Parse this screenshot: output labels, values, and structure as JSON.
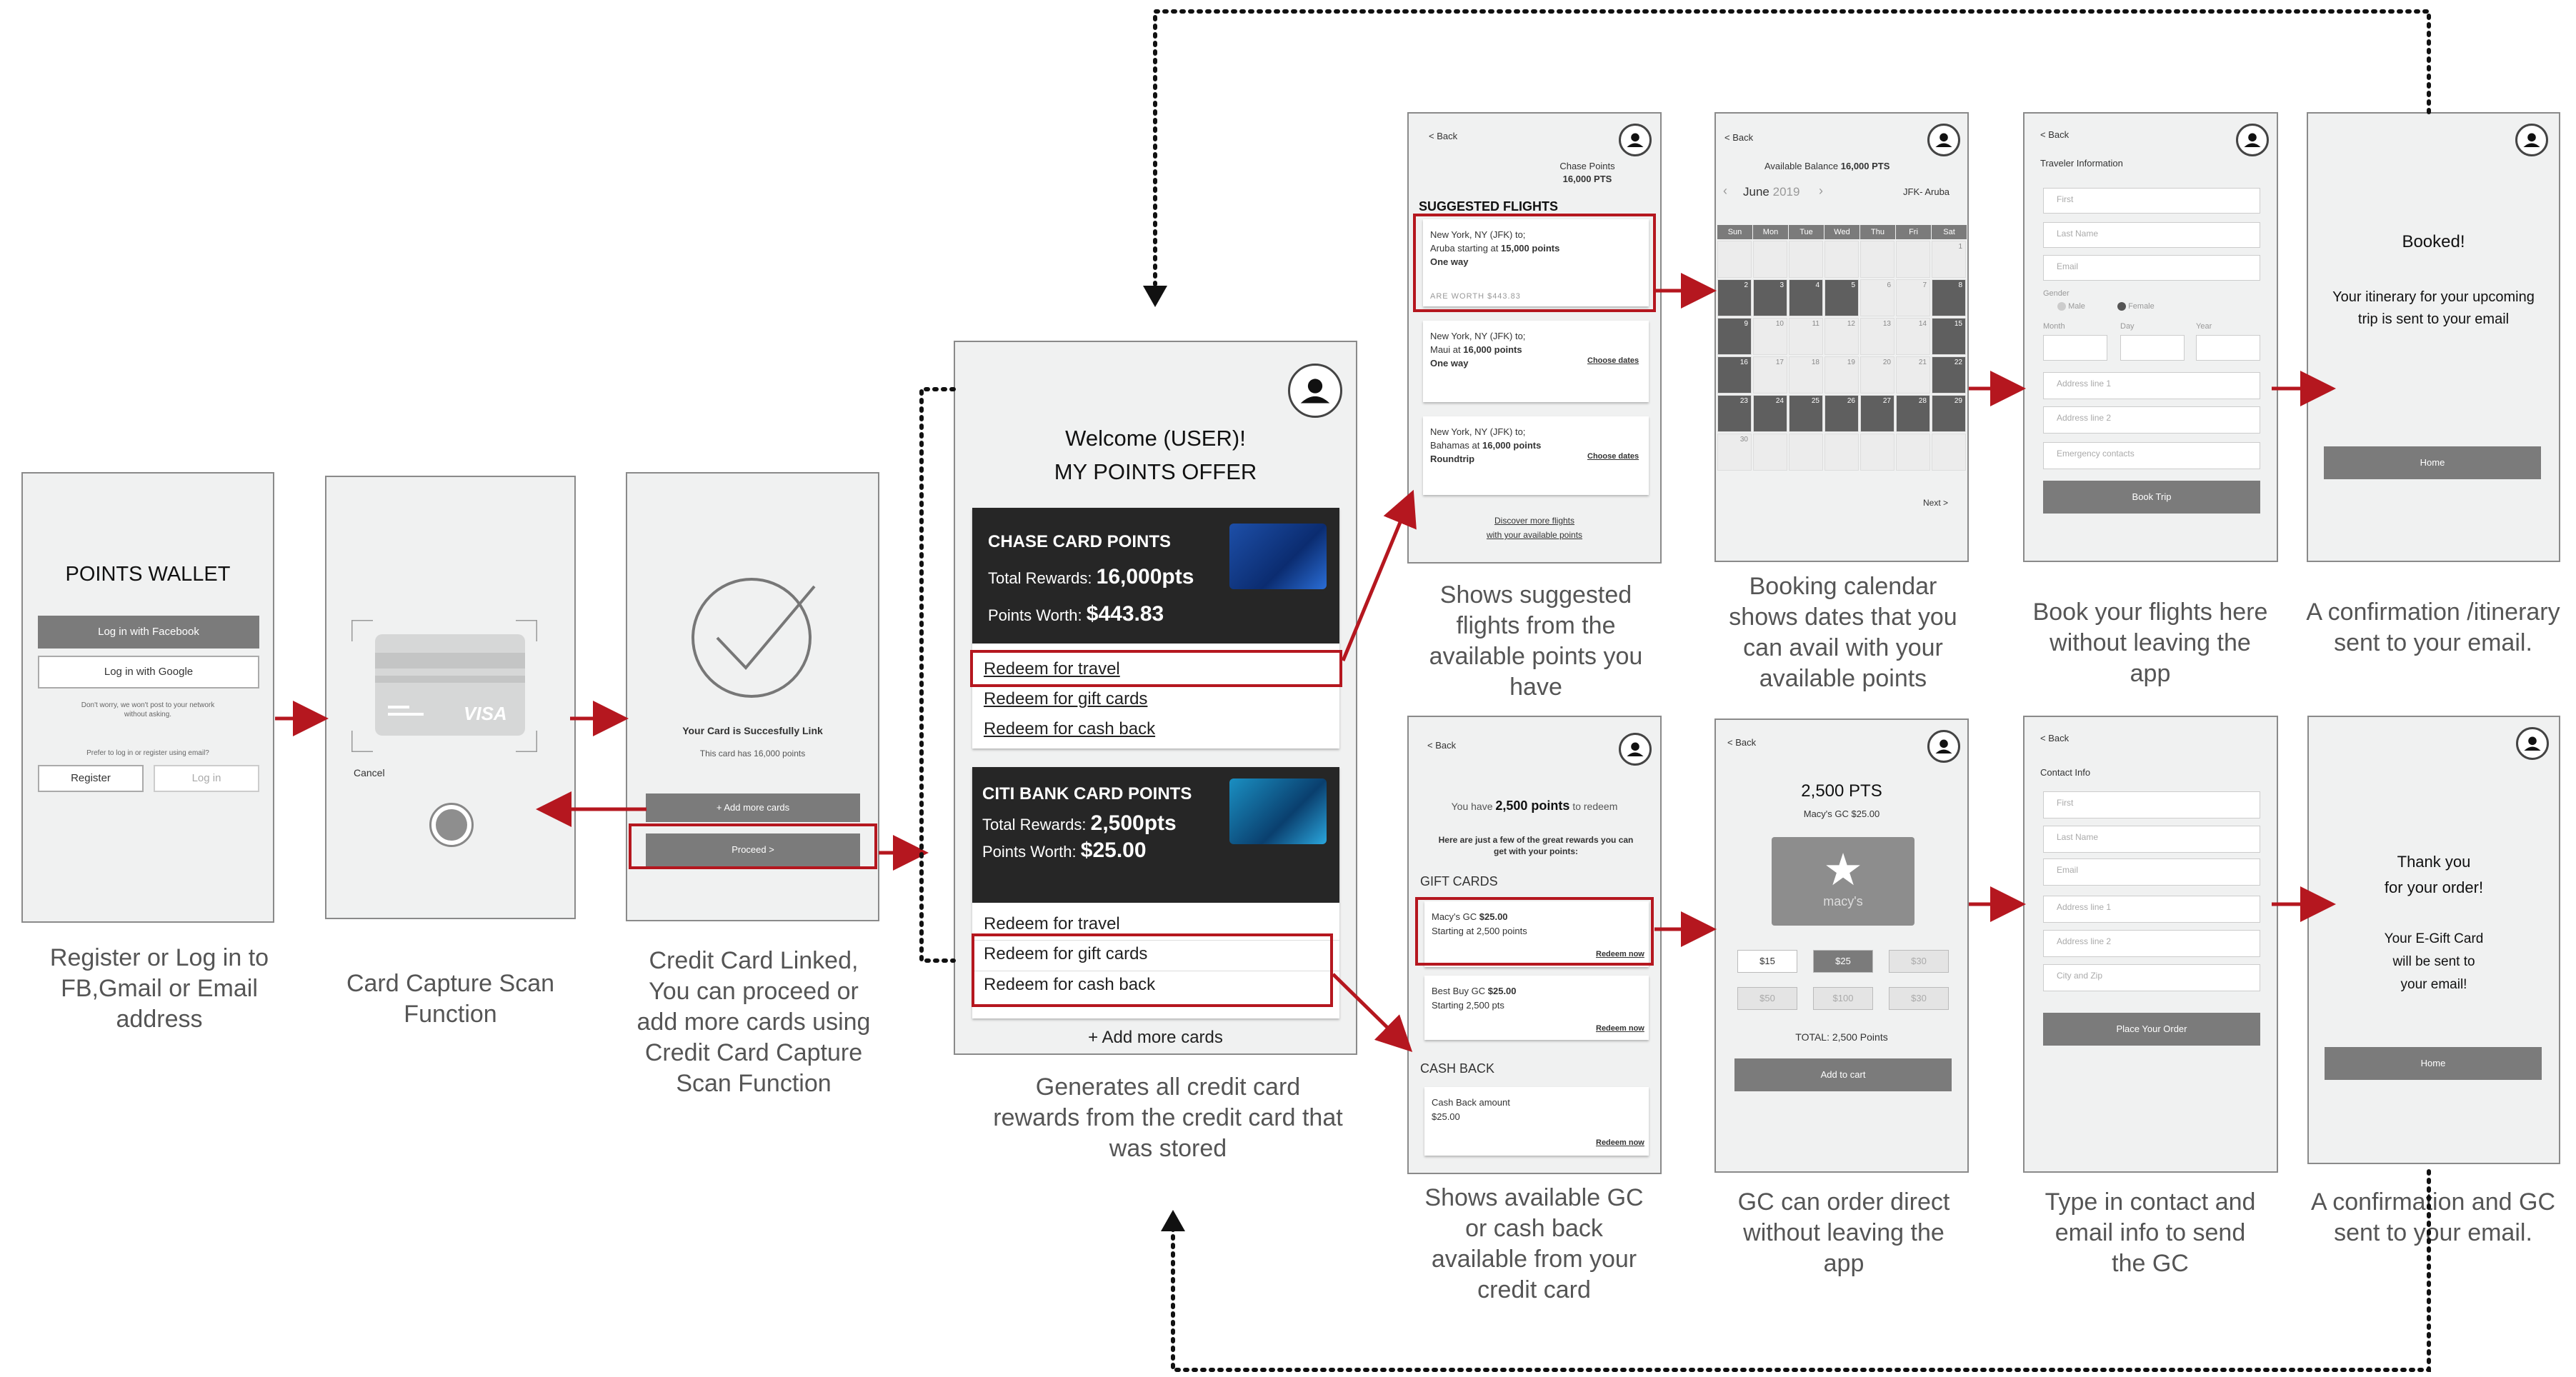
{
  "login": {
    "title": "POINTS WALLET",
    "facebook": "Log in with Facebook",
    "google": "Log in with Google",
    "note": "Don't worry, we won't post to your network without asking.",
    "prefer": "Prefer to log in or register using email?",
    "register": "Register",
    "login": "Log in",
    "caption": "Register or Log in to FB,Gmail or Email address"
  },
  "scan": {
    "card_brand": "VISA",
    "cancel": "Cancel",
    "caption": "Card Capture Scan Function"
  },
  "linked": {
    "title": "Your Card is Succesfully Link",
    "sub": "This card has 16,000 points",
    "add": "+ Add more cards",
    "proceed": "Proceed >",
    "caption": "Credit Card Linked, You can proceed or add more cards using Credit Card Capture Scan Function"
  },
  "offer": {
    "welcome": "Welcome (USER)!",
    "heading": "MY POINTS OFFER",
    "chase": {
      "name": "CHASE CARD POINTS",
      "total_label": "Total Rewards:",
      "total": "16,000pts",
      "worth_label": "Points Worth:",
      "worth": "$443.83",
      "links": [
        "Redeem for travel",
        "Redeem for gift cards",
        "Redeem for cash back"
      ]
    },
    "citi": {
      "name": "CITI BANK CARD POINTS",
      "total_label": "Total Rewards:",
      "total": "2,500pts",
      "worth_label": "Points Worth:",
      "worth": "$25.00",
      "links": [
        "Redeem for travel",
        "Redeem for gift cards",
        "Redeem for cash back"
      ]
    },
    "add": "+ Add more cards",
    "caption": "Generates all credit card rewards from the credit card that was stored"
  },
  "flights": {
    "back": "< Back",
    "points_label": "Chase Points",
    "points": "16,000 PTS",
    "section": "SUGGESTED FLIGHTS",
    "items": [
      {
        "l1": "New York, NY (JFK) to;",
        "l2a": "Aruba starting at ",
        "l2b": "15,000 points",
        "l3": "One way",
        "extra": "ARE WORTH $443.83"
      },
      {
        "l1": "New York, NY (JFK) to;",
        "l2a": "Maui at ",
        "l2b": "16,000 points",
        "l3": "One way",
        "extra": "Choose dates"
      },
      {
        "l1": "New York, NY (JFK) to;",
        "l2a": "Bahamas at ",
        "l2b": "16,000 points",
        "l3": "Roundtrip",
        "extra": "Choose dates"
      }
    ],
    "discover1": "Discover more flights",
    "discover2": "with your available points",
    "caption": "Shows suggested flights from the available points you have"
  },
  "calendar": {
    "back": "< Back",
    "balance_label": "Available Balance",
    "balance": "16,000 PTS",
    "month": "June",
    "year": "2019",
    "route": "JFK- Aruba",
    "days": [
      "Sun",
      "Mon",
      "Tue",
      "Wed",
      "Thu",
      "Fri",
      "Sat"
    ],
    "next": "Next >",
    "caption": "Booking calendar shows dates that you can avail with your available points"
  },
  "traveler": {
    "back": "< Back",
    "title": "Traveler Information",
    "first": "First",
    "last": "Last Name",
    "email": "Email",
    "gender": "Gender",
    "male": "Male",
    "female": "Female",
    "month": "Month",
    "day": "Day",
    "year": "Year",
    "addr1": "Address line 1",
    "addr2": "Address line 2",
    "emergency": "Emergency contacts",
    "book": "Book Trip",
    "caption": "Book your flights here without leaving the app"
  },
  "booked": {
    "title": "Booked!",
    "msg": "Your itinerary for your upcoming trip is sent to your email",
    "home": "Home",
    "caption": "A confirmation /itinerary sent to your email."
  },
  "gift": {
    "back": "< Back",
    "have_a": "You have",
    "have_b": "2,500 points",
    "have_c": "to redeem",
    "intro": "Here are just a few of the great rewards you can get with your points:",
    "section": "GIFT CARDS",
    "items": [
      {
        "name": "Macy's GC ",
        "price": "$25.00",
        "sub": "Starting at 2,500 points",
        "link": "Redeem now"
      },
      {
        "name": "Best Buy GC ",
        "price": "$25.00",
        "sub": "Starting 2,500 pts",
        "link": "Redeem now"
      }
    ],
    "cash_section": "CASH BACK",
    "cash_name": "Cash Back amount",
    "cash_amount": "$25.00",
    "cash_link": "Redeem now",
    "caption": "Shows available GC or cash back available from your credit card"
  },
  "order": {
    "back": "< Back",
    "pts": "2,500 PTS",
    "gc": "Macy's GC $25.00",
    "brand": "macy's",
    "amounts": [
      "$15",
      "$25",
      "$30",
      "$50",
      "$100",
      "$30"
    ],
    "total": "TOTAL: 2,500 Points",
    "cart": "Add to cart",
    "caption": "GC can order direct without leaving the app"
  },
  "contact": {
    "back": "< Back",
    "title": "Contact Info",
    "first": "First",
    "last": "Last Name",
    "email": "Email",
    "addr1": "Address line 1",
    "addr2": "Address line 2",
    "city": "City and Zip",
    "place": "Place  Your Order",
    "caption": "Type in contact and email info to send the GC"
  },
  "thanks": {
    "l1": "Thank you",
    "l2": "for your order!",
    "l3": "Your E-Gift Card",
    "l4": "will be sent to",
    "l5": "your email!",
    "home": "Home",
    "caption": "A confirmation and GC sent to your email."
  },
  "colors": {
    "accent_red": "#b5171f",
    "button_gray": "#7b7b7b",
    "screen_bg": "#f0f1f1"
  }
}
